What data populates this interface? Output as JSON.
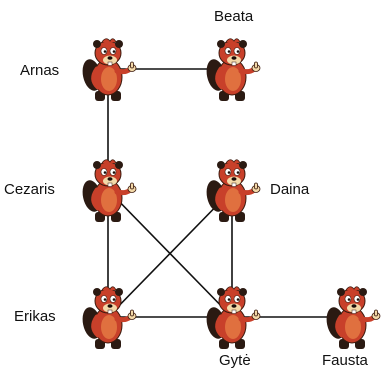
{
  "beaver_colors": {
    "body": "#c8402a",
    "dark": "#2b1a12",
    "belly": "#f3d9a8",
    "outline": "#3a1a0e",
    "nose": "#1a0d08"
  },
  "nodes": [
    {
      "id": "arnas",
      "label": "Arnas",
      "icon": "beaver-icon"
    },
    {
      "id": "beata",
      "label": "Beata",
      "icon": "beaver-icon"
    },
    {
      "id": "cezaris",
      "label": "Cezaris",
      "icon": "beaver-icon"
    },
    {
      "id": "daina",
      "label": "Daina",
      "icon": "beaver-icon"
    },
    {
      "id": "erikas",
      "label": "Erikas",
      "icon": "beaver-icon"
    },
    {
      "id": "gyte",
      "label": "Gytė",
      "icon": "beaver-icon"
    },
    {
      "id": "fausta",
      "label": "Fausta",
      "icon": "beaver-icon"
    }
  ],
  "edges": [
    {
      "from": "arnas",
      "to": "beata"
    },
    {
      "from": "arnas",
      "to": "cezaris"
    },
    {
      "from": "cezaris",
      "to": "erikas"
    },
    {
      "from": "cezaris",
      "to": "gyte"
    },
    {
      "from": "daina",
      "to": "erikas"
    },
    {
      "from": "daina",
      "to": "gyte"
    },
    {
      "from": "erikas",
      "to": "gyte"
    },
    {
      "from": "gyte",
      "to": "fausta"
    }
  ]
}
